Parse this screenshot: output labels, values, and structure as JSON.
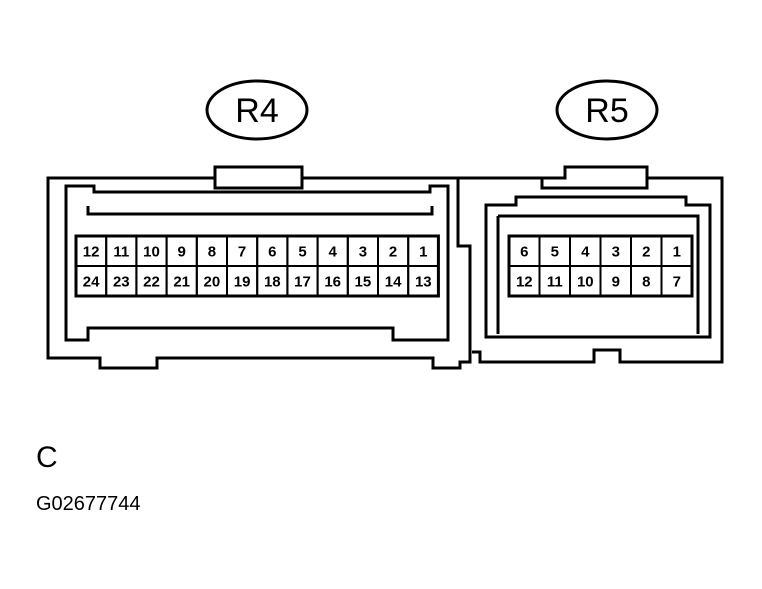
{
  "connectors": [
    {
      "id": "R4",
      "label": "R4",
      "rows": [
        [
          "12",
          "11",
          "10",
          "9",
          "8",
          "7",
          "6",
          "5",
          "4",
          "3",
          "2",
          "1"
        ],
        [
          "24",
          "23",
          "22",
          "21",
          "20",
          "19",
          "18",
          "17",
          "16",
          "15",
          "14",
          "13"
        ]
      ]
    },
    {
      "id": "R5",
      "label": "R5",
      "rows": [
        [
          "6",
          "5",
          "4",
          "3",
          "2",
          "1"
        ],
        [
          "12",
          "11",
          "10",
          "9",
          "8",
          "7"
        ]
      ]
    }
  ],
  "view_letter": "C",
  "figure_code": "G02677744",
  "colors": {
    "line": "#000000",
    "background": "#ffffff"
  }
}
